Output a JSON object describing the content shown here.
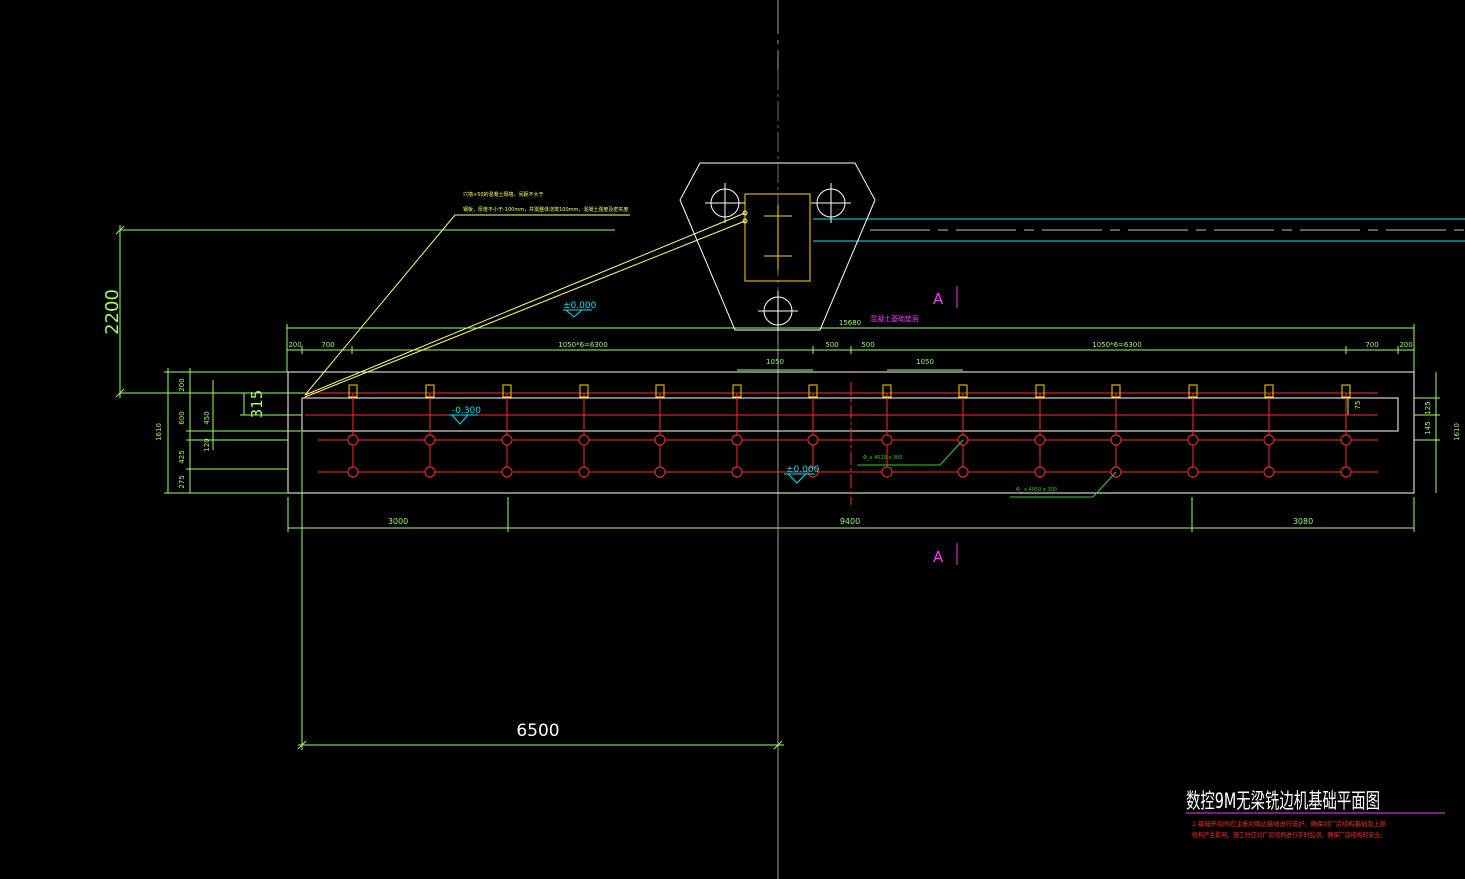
{
  "drawing": {
    "title": "数控9M无梁铣边机基础平面图",
    "notes": [
      "1.基础开挖时应注意对周边基础进行支护，确保对厂房结构基础及上部",
      "结构产生影响，施工时应对厂房结构进行实时监测，确保厂房结构的安全。"
    ],
    "section_mark": "A",
    "leader_note": [
      "穴墙+50的混凝土隔墙，间距不大于",
      "钢板，厚度不小于-100mm，并需整体浇筑100mm，混凝土强度及密实度"
    ],
    "magenta_label": "混凝土基础垫层",
    "colors": {
      "background": "#000000",
      "dimension": "#99ff66",
      "outline": "#ffffff",
      "rebar": "#ff2a2a",
      "anchor": "#ffd700",
      "leader": "#ffff66",
      "elevation": "#00e5ff",
      "label": "#ff33ff",
      "axis": "#aaaaaa"
    }
  },
  "dims": {
    "height_left": "2200",
    "bottom_long": "6500",
    "offset": "315",
    "top_overall": "15680",
    "top_segments": [
      "200",
      "700",
      "1050*6=6300",
      "1050",
      "500",
      "500",
      "1050",
      "1050*6=6300",
      "700",
      "200"
    ],
    "bottom_segments": [
      "3000",
      "9400",
      "3080"
    ],
    "left_stack": [
      "200",
      "600",
      "450",
      "120",
      "425",
      "275"
    ],
    "left_total": "1610",
    "right_stack": [
      "145",
      "125"
    ],
    "right_total": "1610",
    "inner_small": "75"
  },
  "elevations": {
    "top": "±0.000",
    "trench": "-0.300",
    "center": "±0.000"
  },
  "rebar_labels": [
    "Φ_x 4020 x 300",
    "Φ_ x 4050 x 300"
  ]
}
